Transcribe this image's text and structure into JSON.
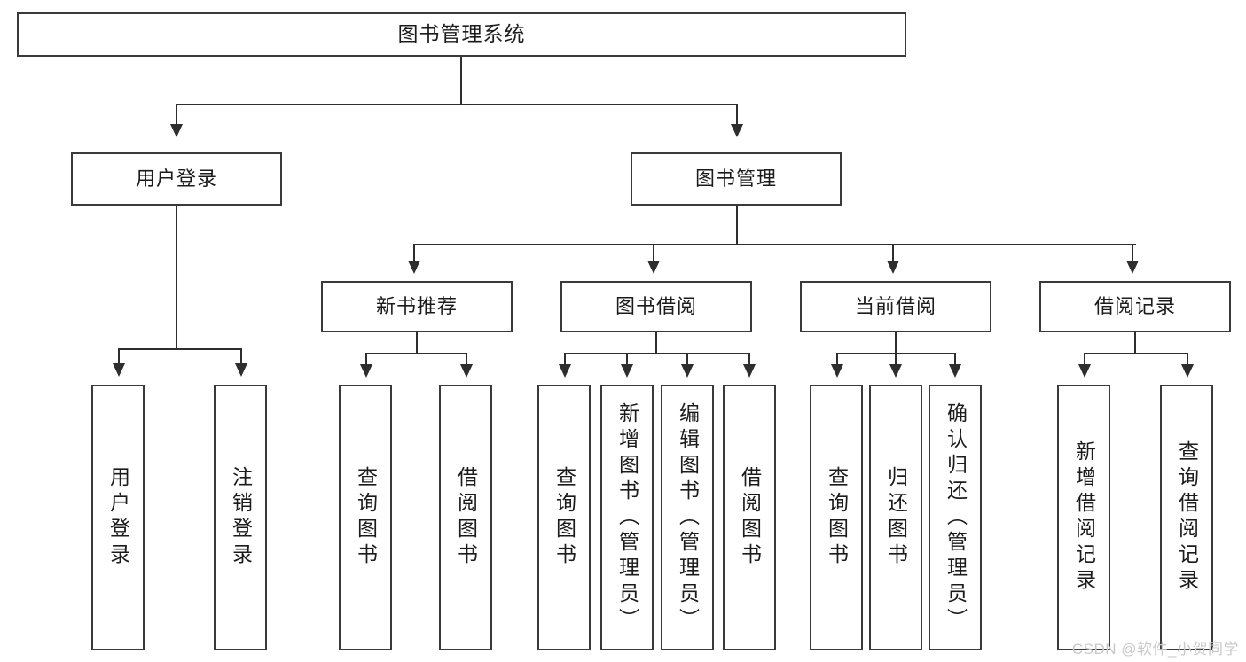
{
  "diagram": {
    "type": "tree-hierarchy-chart",
    "title": "图书管理系统",
    "watermark": "CSDN @软件_小贺同学",
    "colors": {
      "box_border": "#3a3a3a",
      "connector": "#2e2e2e",
      "text": "#1b1b1b",
      "background": "#ffffff",
      "watermark": "#c9c9c9"
    },
    "levels": {
      "root": {
        "label": "图书管理系统"
      },
      "modules": [
        {
          "label": "用户登录"
        },
        {
          "label": "图书管理"
        }
      ],
      "submodules": [
        {
          "label": "新书推荐"
        },
        {
          "label": "图书借阅"
        },
        {
          "label": "当前借阅"
        },
        {
          "label": "借阅记录"
        }
      ],
      "leaves": {
        "user_login": [
          {
            "label": "用户登录"
          },
          {
            "label": "注销登录"
          }
        ],
        "new_book_recommend": [
          {
            "label": "查询图书"
          },
          {
            "label": "借阅图书"
          }
        ],
        "book_borrow": [
          {
            "label": "查询图书"
          },
          {
            "label": "新增图书（管理员）"
          },
          {
            "label": "编辑图书（管理员）"
          },
          {
            "label": "借阅图书"
          }
        ],
        "current_borrow": [
          {
            "label": "查询图书"
          },
          {
            "label": "归还图书"
          },
          {
            "label": "确认归还（管理员）"
          }
        ],
        "borrow_record": [
          {
            "label": "新增借阅记录"
          },
          {
            "label": "查询借阅记录"
          }
        ]
      }
    }
  }
}
